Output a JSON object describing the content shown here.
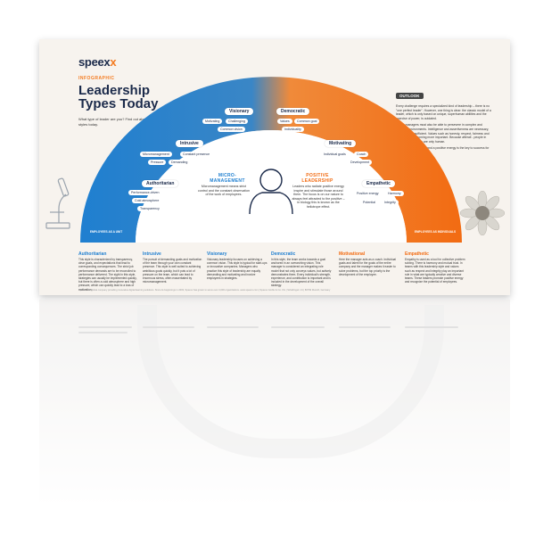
{
  "brand": {
    "name_main": "speex",
    "name_accent": "x"
  },
  "tag": "INFOGRAPHIC",
  "title": "Leadership Types Today",
  "intro": "What type of leader are you? Find out about current leadership styles today.",
  "outlook": {
    "heading": "OUTLOOK",
    "p1": "Every challenge requires a specialized kind of leadership – there is no \"one perfect leader\". However, one thing is clear: the classic model of a leader, which is only based on unique, superhuman abilities and the exercise of power, is outdated.",
    "p2": "Today, managers must also be able to persevere in complex and dynamic environments. Intelligence and assertiveness are necessary, but no longer sufficient. Values such as honesty, respect, fairness and empathy are becoming more important. Because afterall - people in leadership positions are only human.",
    "p3": "Conveying authenticity and a positive energy is the key to success for leaders today."
  },
  "types": {
    "authoritarian": {
      "label": "Authoritarian",
      "chips": [
        "Performance-driven",
        "Cold atmosphere",
        "Transparency"
      ]
    },
    "intrusive": {
      "label": "Intrusive",
      "chips": [
        "Micromanagement",
        "Constant presence",
        "Pressure",
        "Demanding"
      ]
    },
    "visionary": {
      "label": "Visionary",
      "chips": [
        "Motivating",
        "Challenging",
        "Common vision"
      ]
    },
    "democratic": {
      "label": "Democratic",
      "chips": [
        "Values",
        "Common goal",
        "Individuality"
      ]
    },
    "motivating": {
      "label": "Motivating",
      "chips": [
        "Individual goals",
        "Coach",
        "Development"
      ]
    },
    "empathetic": {
      "label": "Empathetic",
      "chips": [
        "Positive energy",
        "Harmony",
        "Potential",
        "Integrity"
      ]
    }
  },
  "inner": {
    "left_title": "MICRO-MANAGEMENT",
    "left_text": "Micromanagement means strict control and the constant observation of the work of employees.",
    "right_title": "POSITIVE LEADERSHIP",
    "right_text": "Leaders who radiate positive energy inspire and stimulate those around them. The focus is on our nature to always feel attracted to the positive – in biology this is known as the heliotrope effect."
  },
  "edges": {
    "left": "EMPLOYEES AS A UNIT",
    "right": "EMPLOYEES AS INDIVIDUALS"
  },
  "descriptions": [
    {
      "title": "Authoritarian",
      "text": "This style is characterized by transparency, clear goals, and expectations that lead to corresponding consequences. The strict job performance demands are to be reconciled to performance delivered. The sight in this style, strategies can usually be implemented quickly, but there is often a cold atmosphere and high pressure, which can quickly lead to a loss of motivation."
    },
    {
      "title": "Intrusive",
      "text": "The pursuit of demanding goals and motivation of the team through your own constant presence. This style is well suited to achieving ambitious goals quickly, but it puts a lot of pressure on the team, which can lead to enormous stress, often exacerbated by micromanagement."
    },
    {
      "title": "Visionary",
      "text": "Visionary leadership focuses on achieving a common vision. This style is typical for start-ups or innovative companies. Managers who practice this style of leadership are equally demanding and motivating and involve employees in strategies."
    },
    {
      "title": "Democratic",
      "text": "In this style, the team works towards a goal anchored in an overarching vision. This manager is considered an integrating role model that not only conveys values, but actively demonstrates them. Every individual's strength, experience, and contribution is important and is included in the development of the overall strategy."
    },
    {
      "title": "Motivational",
      "text": "Here the manager acts as a coach. Individual goals and talent for the goals of the entire company and the manager makes it easier to solve problems, but the top priority is the development of the employee."
    },
    {
      "title": "Empathetic",
      "text": "Empathy is used as a tool for collective problem solving. There is harmony and mutual trust. In teams with this leadership style and values such as respect and integrity play an important role in what are typically creative and diverse teams. These leaders promote positive energy and recognize the potential of employees."
    }
  ],
  "footer": "Speexx is a global company providing innovative digital learning solutions. Since its beginnings in 2003, Speexx has grown to serve over 4,000 organizations. www.speexx.com  |  Speexx GmbH & Co. KG  |  Schellingstr. 21  |  80799 Munich, Germany"
}
